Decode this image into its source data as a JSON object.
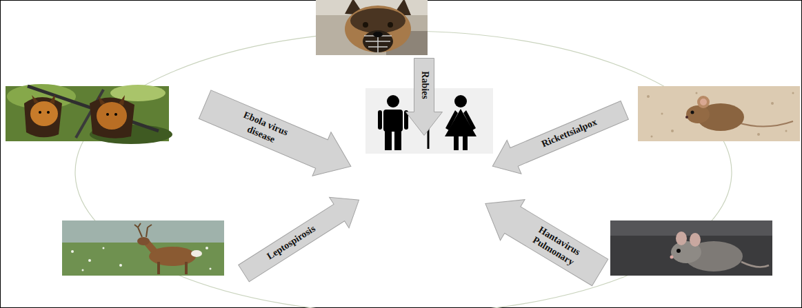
{
  "diagram": {
    "nodes": [
      {
        "text": [
          "Rabies"
        ]
      },
      {
        "text": [
          "Ebola virus disease"
        ]
      },
      {
        "text": [
          "Rickettsialpox"
        ]
      },
      {
        "text": [
          "Leptospirosis"
        ]
      },
      {
        "text": [
          "Hantavirus Pulmonary"
        ]
      }
    ]
  }
}
